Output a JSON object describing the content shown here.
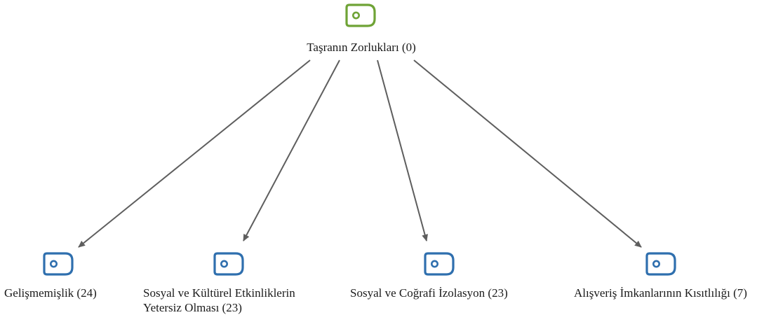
{
  "root": {
    "label": "Taşranın Zorlukları (0)",
    "icon": "code-tag-icon",
    "color": "#6fa336"
  },
  "children": [
    {
      "label": "Gelişmemişlik (24)",
      "icon": "code-tag-icon",
      "color": "#2f6fae"
    },
    {
      "label": "Sosyal ve Kültürel Etkinliklerin Yetersiz Olması (23)",
      "icon": "code-tag-icon",
      "color": "#2f6fae"
    },
    {
      "label": "Sosyal ve Coğrafi İzolasyon (23)",
      "icon": "code-tag-icon",
      "color": "#2f6fae"
    },
    {
      "label": "Alışveriş İmkanlarının Kısıtlılığı (7)",
      "icon": "code-tag-icon",
      "color": "#2f6fae"
    }
  ],
  "edge_color": "#5e5e5e"
}
